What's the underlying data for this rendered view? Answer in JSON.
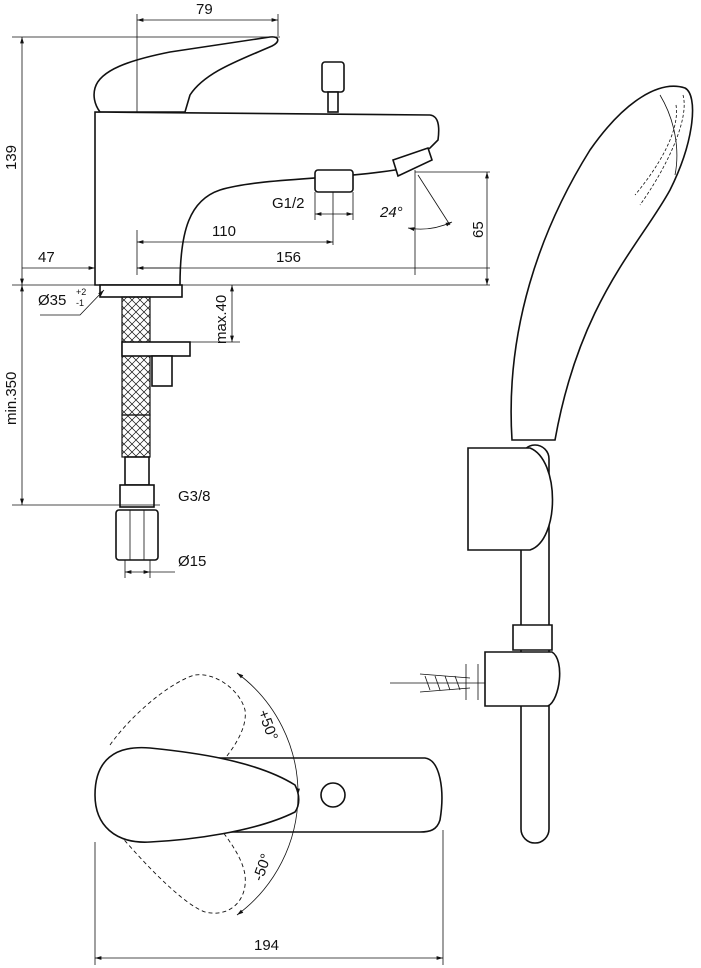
{
  "drawing": {
    "dimensions": {
      "lever_width": "79",
      "total_height": "139",
      "connection_thread": "G1/2",
      "spout_angle": "24°",
      "dist_110": "110",
      "spout_height": "65",
      "dist_47": "47",
      "spout_reach": "156",
      "hole_diameter": "Ø35",
      "hole_tol_plus": "+2",
      "hole_tol_minus": "-1",
      "max_deck": "max.40",
      "min_hose": "min.350",
      "hose_thread": "G3/8",
      "pipe_diameter": "Ø15",
      "rotation_plus": "+50°",
      "rotation_minus": "-50°",
      "total_length": "194"
    }
  }
}
